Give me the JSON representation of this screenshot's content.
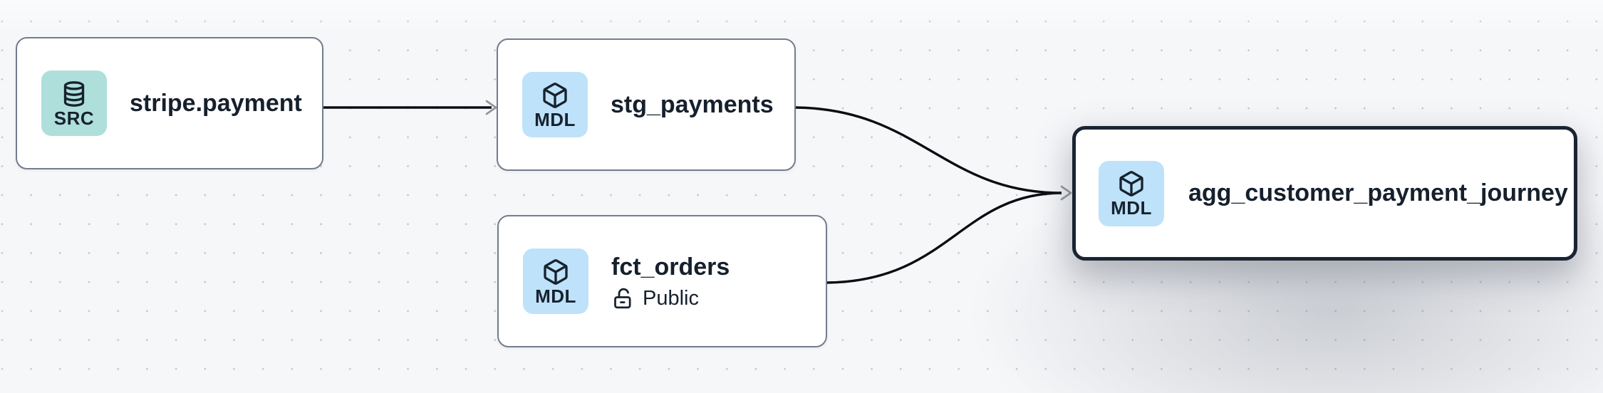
{
  "app": {
    "view": "lineage-graph-canvas"
  },
  "canvas": {
    "background": "#f6f7f9",
    "dot_color": "#c3c7cf",
    "edge_color": "#0a0d12",
    "arrowhead_color": "#8f949e",
    "node_border_color": "#737d8c",
    "selected_border_color": "#1a2433"
  },
  "nodes": [
    {
      "title": "stripe.payment",
      "selected": false,
      "badge": {
        "label": "SRC",
        "icon": "database-icon",
        "color": "#afdfdb"
      }
    },
    {
      "title": "stg_payments",
      "selected": false,
      "badge": {
        "label": "MDL",
        "icon": "cube-icon",
        "color": "#bee2f9"
      }
    },
    {
      "title": "fct_orders",
      "selected": false,
      "badge": {
        "label": "MDL",
        "icon": "cube-icon",
        "color": "#bee2f9"
      },
      "access": {
        "icon": "unlock-icon",
        "label": "Public"
      }
    },
    {
      "title": "agg_customer_payment_journey",
      "selected": true,
      "badge": {
        "label": "MDL",
        "icon": "cube-icon",
        "color": "#bee2f9"
      }
    }
  ],
  "edges": [
    {
      "from": "stripe.payment",
      "to": "stg_payments"
    },
    {
      "from": "stg_payments",
      "to": "agg_customer_payment_journey"
    },
    {
      "from": "fct_orders",
      "to": "agg_customer_payment_journey"
    }
  ]
}
